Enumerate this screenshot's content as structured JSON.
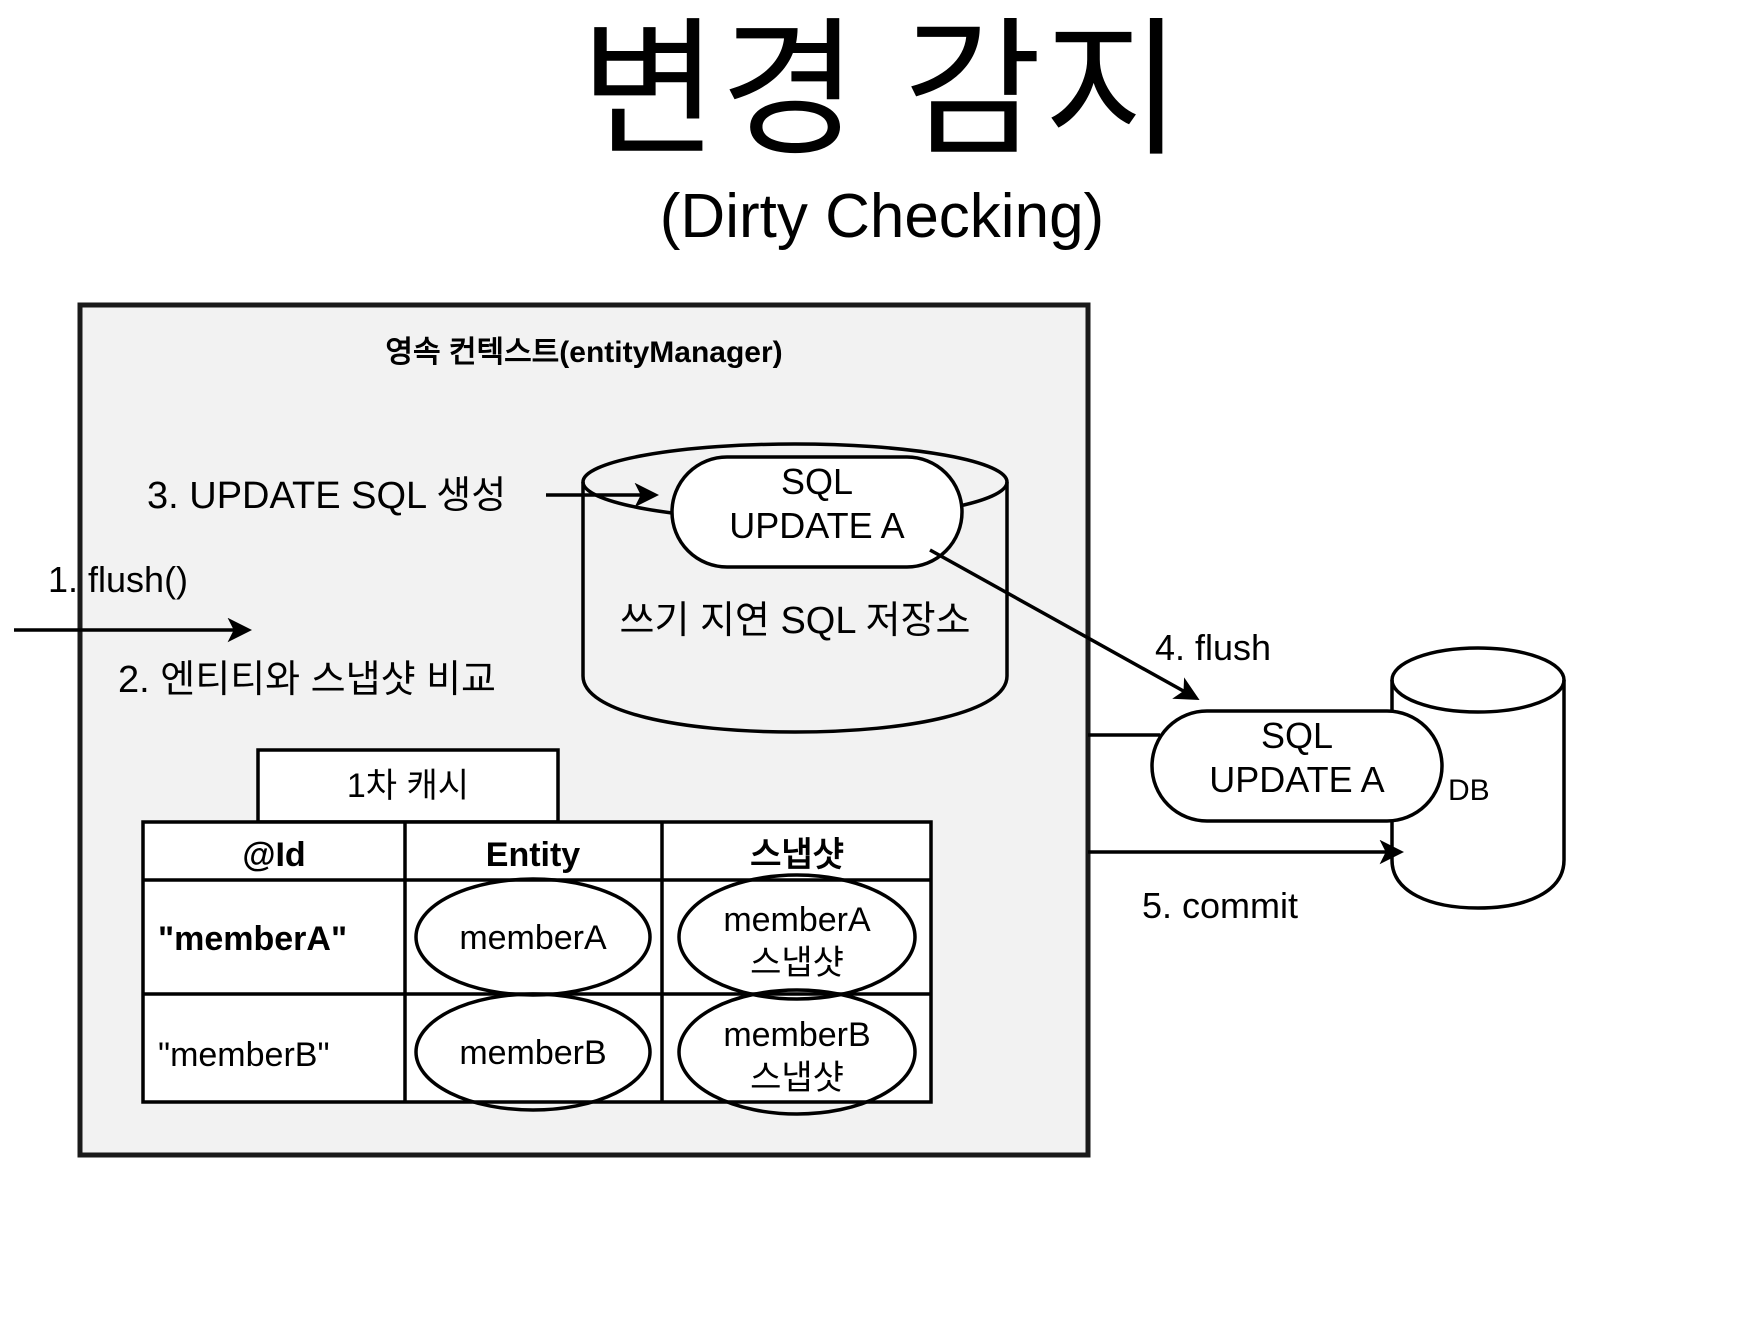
{
  "title": {
    "main": "변경 감지",
    "sub": "(Dirty Checking)"
  },
  "diagram": {
    "context_box": {
      "label": "영속 컨텍스트(entityManager)",
      "fill": "#f2f2f2",
      "stroke": "#1a1a1a"
    },
    "steps": {
      "step1": "1. flush()",
      "step2": "2. 엔티티와 스냅샷 비교",
      "step3": "3. UPDATE SQL 생성",
      "step4": "4. flush",
      "step5": "5. commit"
    },
    "sql_store": {
      "caption": "쓰기 지연 SQL 저장소",
      "sql_line1": "SQL",
      "sql_line2": "UPDATE A"
    },
    "database": {
      "label": "DB",
      "sql_line1": "SQL",
      "sql_line2": "UPDATE A"
    },
    "first_level_cache": {
      "tab_label": "1차 캐시",
      "columns": [
        "@Id",
        "Entity",
        "스냅샷"
      ],
      "rows": [
        {
          "id": "\"memberA\"",
          "id_bold": true,
          "entity": "memberA",
          "snapshot_line1": "memberA",
          "snapshot_line2": "스냅샷"
        },
        {
          "id": "\"memberB\"",
          "id_bold": false,
          "entity": "memberB",
          "snapshot_line1": "memberB",
          "snapshot_line2": "스냅샷"
        }
      ]
    }
  }
}
